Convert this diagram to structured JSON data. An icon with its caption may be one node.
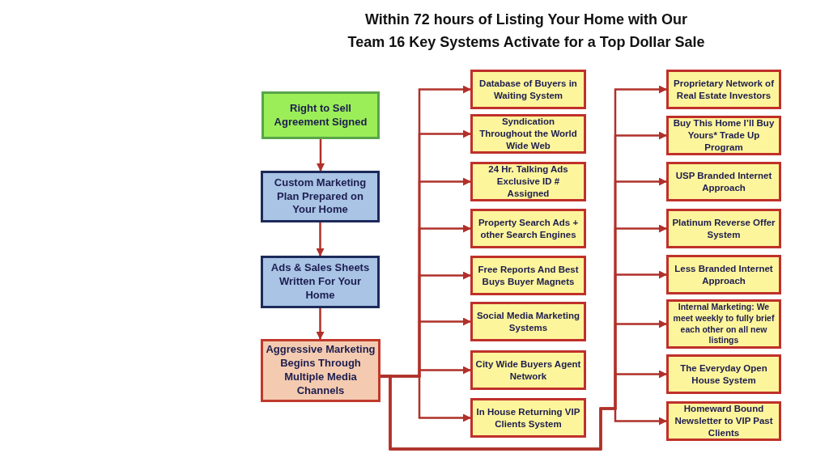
{
  "diagram": {
    "title": "Within 72 hours of Listing Your Home with Our Team 16 Key Systems Activate for a Top Dollar Sale",
    "nodes": [
      {
        "text": [
          "Right to Sell Agreement Signed"
        ]
      },
      {
        "text": [
          "Custom Marketing Plan Prepared on Your Home"
        ]
      },
      {
        "text": [
          "Ads & Sales Sheets Written For Your Home"
        ]
      },
      {
        "text": [
          "Aggressive Marketing Begins Through Multiple Media Channels"
        ]
      },
      {
        "text": [
          "Database of Buyers in Waiting System"
        ]
      },
      {
        "text": [
          "Syndication Throughout the World Wide Web"
        ]
      },
      {
        "text": [
          "24 Hr. Talking Ads Exclusive ID # Assigned"
        ]
      },
      {
        "text": [
          "Property Search Ads + other Search Engines"
        ]
      },
      {
        "text": [
          "Free Reports And Best Buys Buyer Magnets"
        ]
      },
      {
        "text": [
          "Social Media Marketing Systems"
        ]
      },
      {
        "text": [
          "City Wide Buyers Agent Network"
        ]
      },
      {
        "text": [
          "In House Returning VIP Clients System"
        ]
      },
      {
        "text": [
          "Proprietary Network of Real Estate Investors"
        ]
      },
      {
        "text": [
          "Buy This Home I’ll Buy Yours* Trade Up Program"
        ]
      },
      {
        "text": [
          "USP Branded Internet Approach"
        ]
      },
      {
        "text": [
          "Platinum Reverse Offer System"
        ]
      },
      {
        "text": [
          "Less Branded Internet Approach"
        ]
      },
      {
        "text": [
          "Internal Marketing: We meet weekly to fully brief each other on all new listings"
        ]
      },
      {
        "text": [
          "The Everyday Open House System"
        ]
      },
      {
        "text": [
          "Homeward Bound Newsletter to VIP Past Clients"
        ]
      }
    ],
    "edges": [
      {
        "from": 0,
        "to": 1,
        "arrow": "to"
      },
      {
        "from": 1,
        "to": 2,
        "arrow": "to"
      },
      {
        "from": 2,
        "to": 3,
        "arrow": "to"
      },
      {
        "from": 3,
        "to": 4,
        "arrow": "to"
      },
      {
        "from": 3,
        "to": 5,
        "arrow": "to"
      },
      {
        "from": 3,
        "to": 6,
        "arrow": "to"
      },
      {
        "from": 3,
        "to": 7,
        "arrow": "to"
      },
      {
        "from": 3,
        "to": 8,
        "arrow": "to"
      },
      {
        "from": 3,
        "to": 9,
        "arrow": "to"
      },
      {
        "from": 3,
        "to": 10,
        "arrow": "to"
      },
      {
        "from": 3,
        "to": 11,
        "arrow": "to"
      },
      {
        "from": 3,
        "to": 12,
        "arrow": "to"
      },
      {
        "from": 3,
        "to": 13,
        "arrow": "to"
      },
      {
        "from": 3,
        "to": 14,
        "arrow": "to"
      },
      {
        "from": 3,
        "to": 15,
        "arrow": "to"
      },
      {
        "from": 3,
        "to": 16,
        "arrow": "to"
      },
      {
        "from": 3,
        "to": 17,
        "arrow": "to"
      },
      {
        "from": 3,
        "to": 18,
        "arrow": "to"
      },
      {
        "from": 3,
        "to": 19,
        "arrow": "to"
      }
    ]
  }
}
